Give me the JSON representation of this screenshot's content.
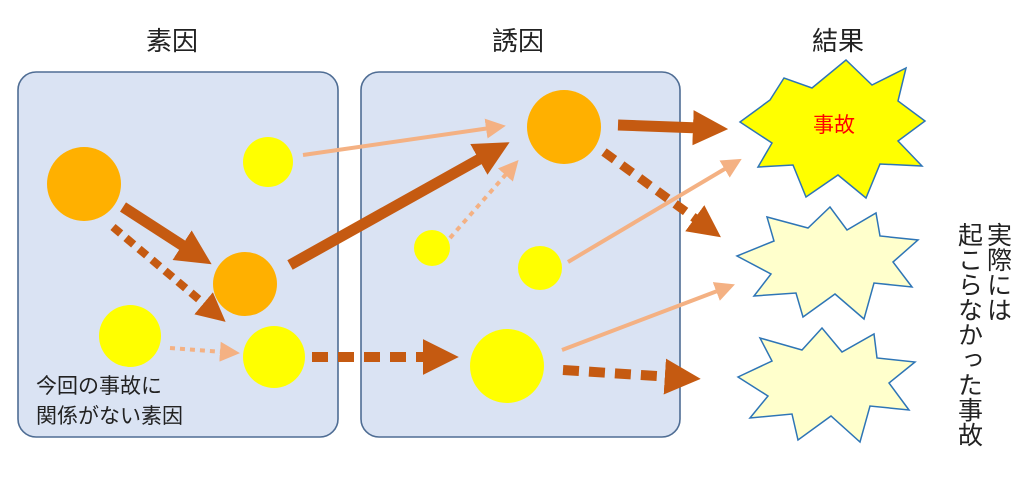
{
  "headers": {
    "factors": "素因",
    "triggers": "誘因",
    "results": "結果"
  },
  "labels": {
    "unrelated_line1": "今回の事故に",
    "unrelated_line2": "関係がない素因",
    "accident": "事故",
    "not_happened_col1": "実際には",
    "not_happened_col2": "起こらなかった事故"
  },
  "colors": {
    "panel_fill": "#dae3f3",
    "panel_stroke": "#4f6d94",
    "orange_node": "#ffb000",
    "yellow_node": "#ffff00",
    "arrow_dark": "#c55a11",
    "arrow_light": "#f4b183",
    "accident_star": "#ffff00",
    "latent_star": "#ffffcc",
    "star_stroke": "#2e75b6",
    "accident_text": "#ff0000"
  }
}
